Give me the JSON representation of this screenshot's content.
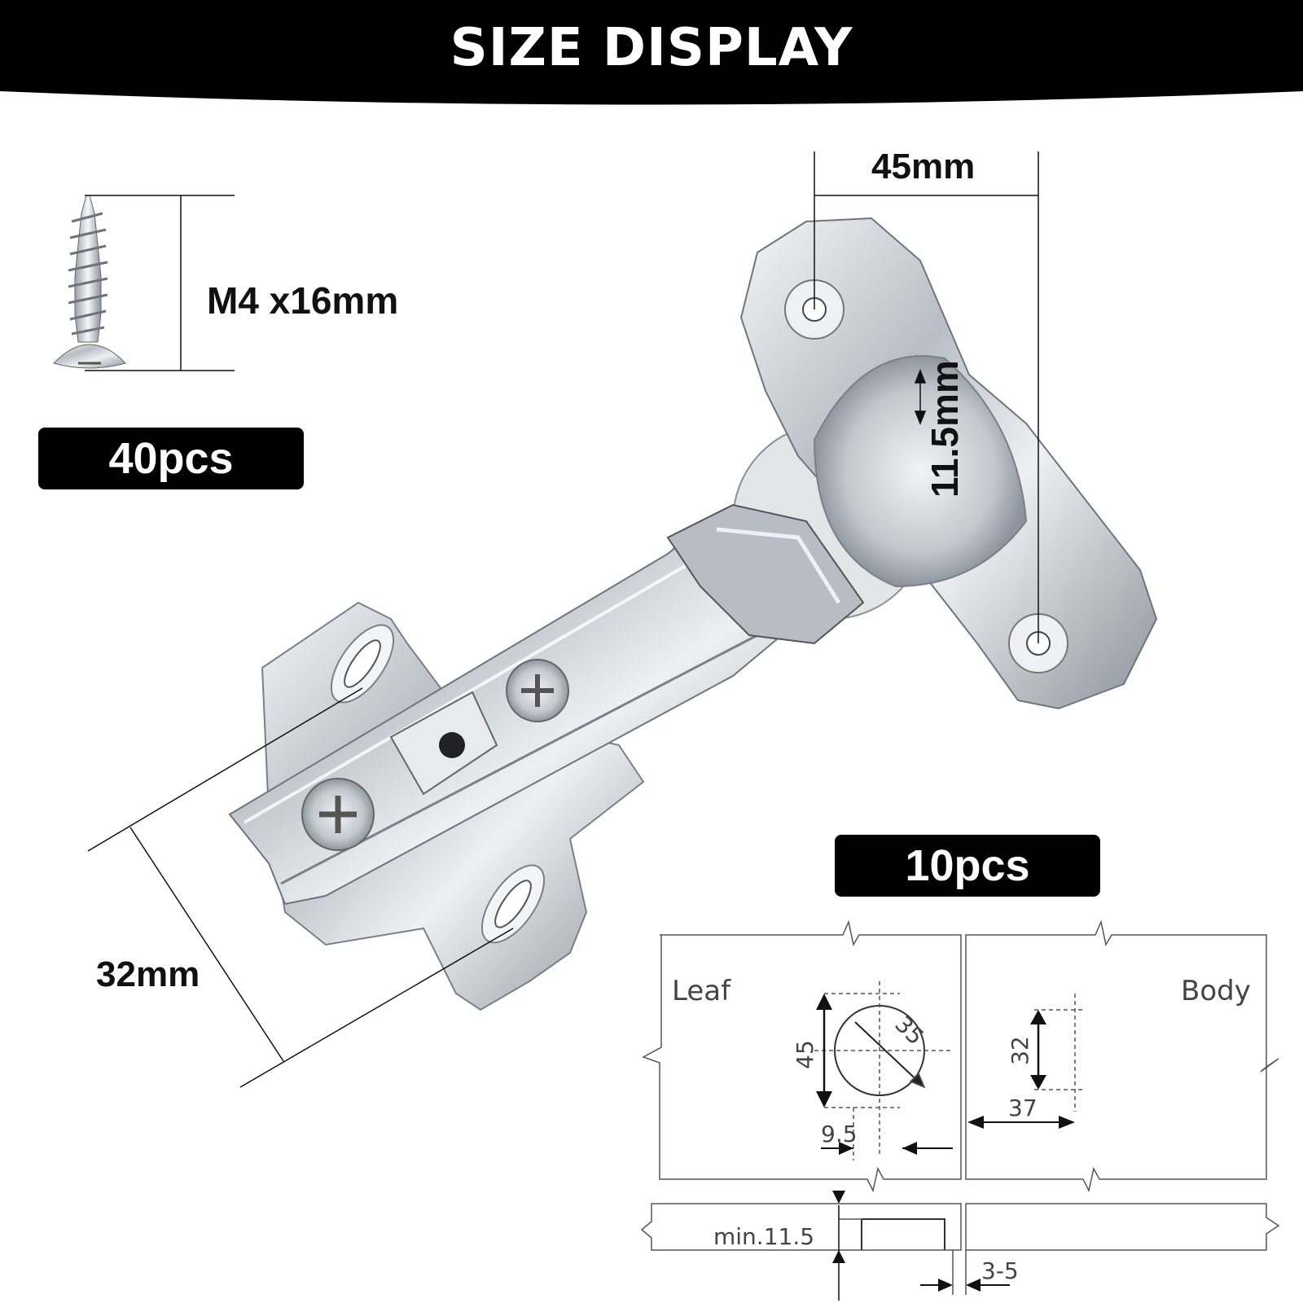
{
  "header": {
    "title": "SIZE DISPLAY"
  },
  "screw": {
    "size_label": "M4 x16mm",
    "quantity": "40pcs"
  },
  "hinge": {
    "hole_spacing_label": "45mm",
    "cup_depth_label": "11.5mm",
    "plate_spacing_label": "32mm",
    "quantity": "10pcs"
  },
  "drawing": {
    "leaf_label": "Leaf",
    "body_label": "Body",
    "leaf_hole_spacing": "45",
    "cup_diameter": "35",
    "edge_distance": "9.5",
    "plate_hole_spacing": "32",
    "plate_offset": "37",
    "min_depth": "min.11.5",
    "gap": "3-5"
  },
  "colors": {
    "banner": "#000000",
    "badge": "#000000",
    "metal": "#c8ccd2"
  }
}
